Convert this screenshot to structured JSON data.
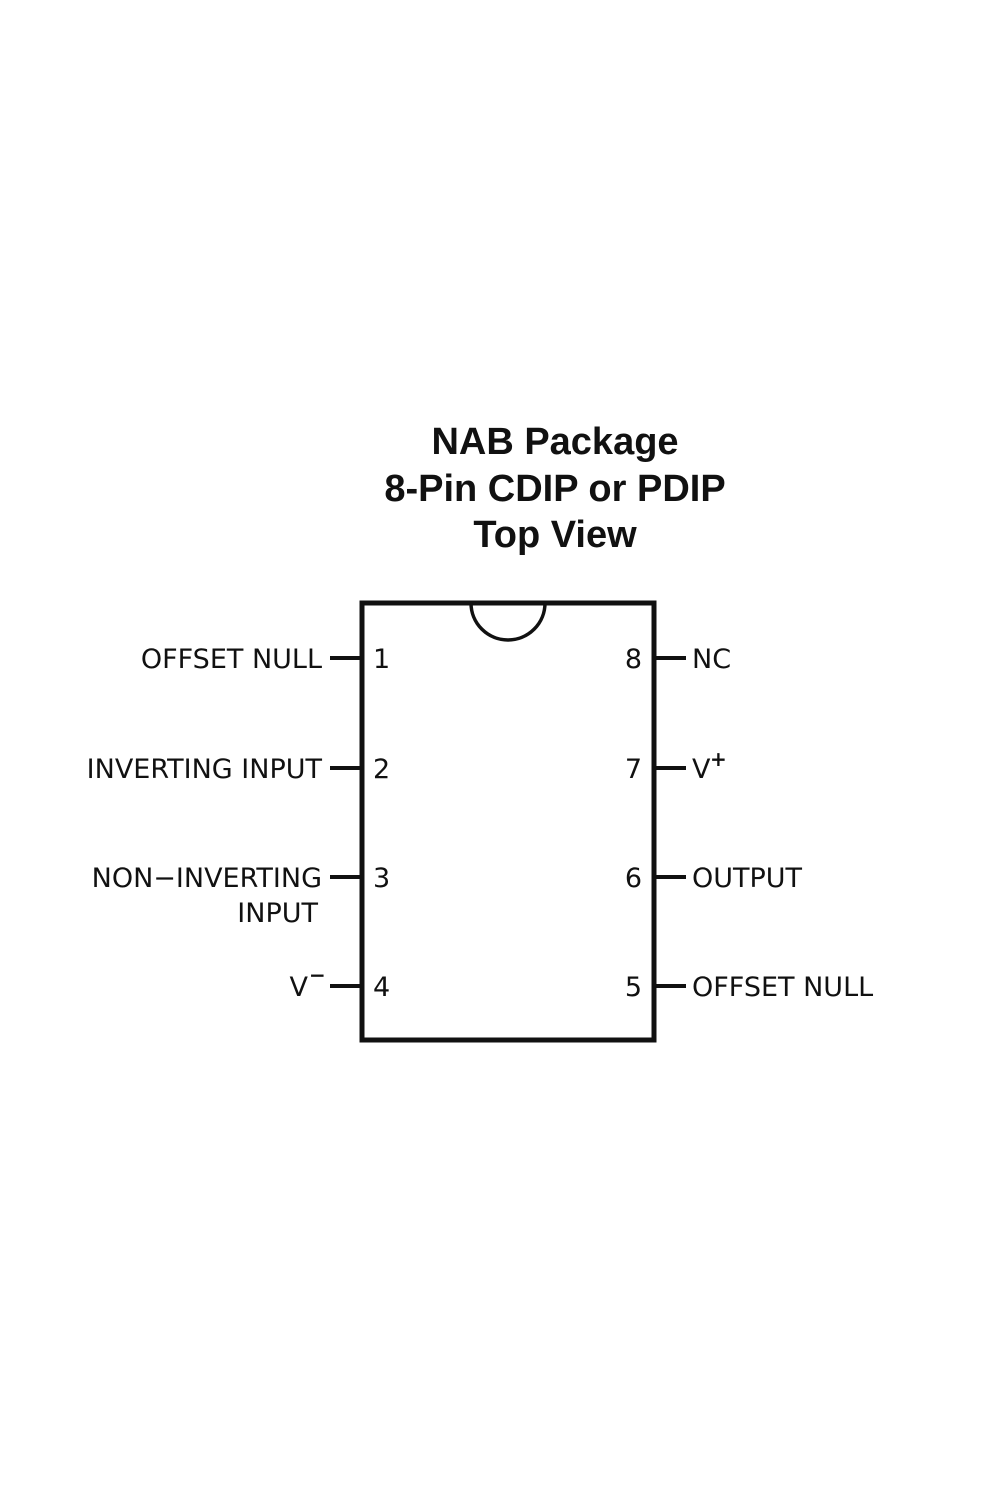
{
  "title": {
    "line1": "NAB Package",
    "line2": "8-Pin CDIP or PDIP",
    "line3": "Top View"
  },
  "pins": [
    {
      "number": "1",
      "label": "OFFSET NULL",
      "label2": ""
    },
    {
      "number": "2",
      "label": "INVERTING INPUT",
      "label2": ""
    },
    {
      "number": "3",
      "label": "NON−INVERTING",
      "label2": "INPUT"
    },
    {
      "number": "4",
      "label": "V",
      "label2": "",
      "sup": "−"
    },
    {
      "number": "5",
      "label": "OFFSET NULL",
      "label2": ""
    },
    {
      "number": "6",
      "label": "OUTPUT",
      "label2": ""
    },
    {
      "number": "7",
      "label": "V",
      "label2": "",
      "sup": "+"
    },
    {
      "number": "8",
      "label": "NC",
      "label2": ""
    }
  ]
}
